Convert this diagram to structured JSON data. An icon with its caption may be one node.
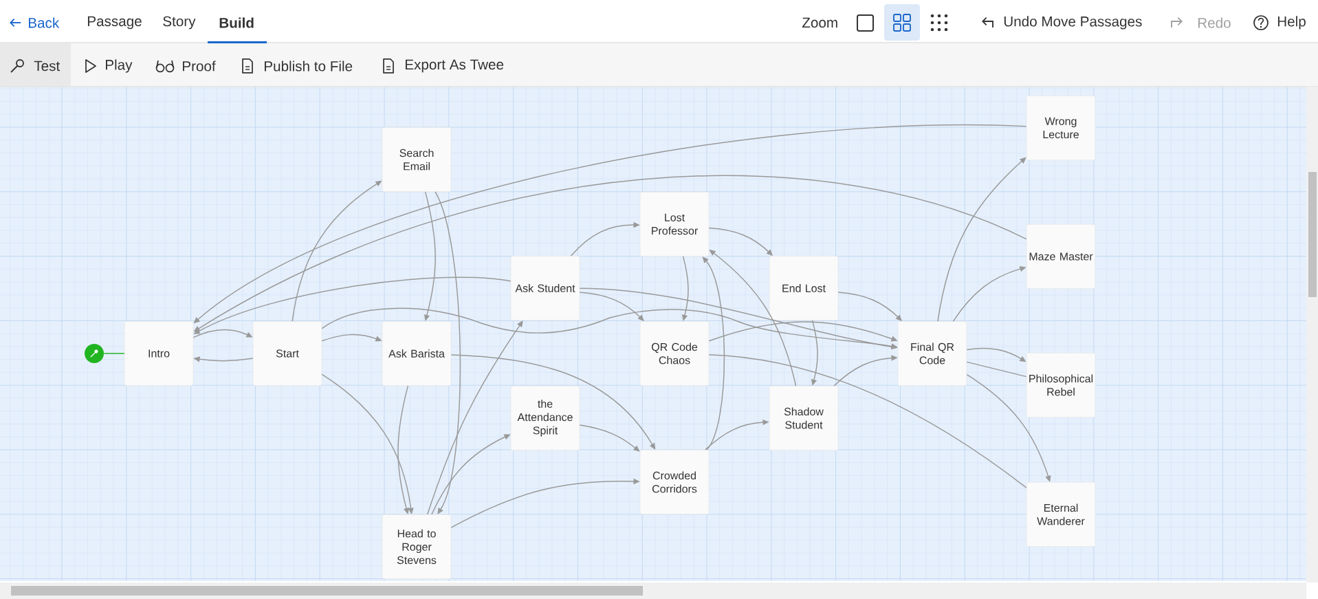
{
  "diagram": {
    "nodes": [
      {
        "text": [],
        "shape": "circle"
      },
      {
        "text": [
          "Intro"
        ]
      },
      {
        "text": [
          "Start"
        ]
      },
      {
        "text": [
          "Search Email"
        ]
      },
      {
        "text": [
          "Ask Barista"
        ]
      },
      {
        "text": [
          "Head to Roger Stevens"
        ]
      },
      {
        "text": [
          "Ask Student"
        ]
      },
      {
        "text": [
          "the Attendance Spirit"
        ]
      },
      {
        "text": [
          "Lost Professor"
        ]
      },
      {
        "text": [
          "QR Code Chaos"
        ]
      },
      {
        "text": [
          "Crowded Corridors"
        ]
      },
      {
        "text": [
          "End Lost"
        ]
      },
      {
        "text": [
          "Shadow Student"
        ]
      },
      {
        "text": [
          "Final QR Code"
        ]
      },
      {
        "text": [
          "Wrong Lecture"
        ]
      },
      {
        "text": [
          "Maze Master"
        ]
      },
      {
        "text": [
          "Philosophical Rebel"
        ]
      },
      {
        "text": [
          "Eternal Wanderer"
        ]
      }
    ],
    "edges": [
      {
        "from": 0,
        "to": 1,
        "arrow": "none",
        "color": "#21b421"
      },
      {
        "from": 1,
        "to": 2,
        "arrow": "to"
      },
      {
        "from": 2,
        "to": 1,
        "arrow": "to"
      },
      {
        "from": 14,
        "to": 1,
        "arrow": "to"
      },
      {
        "from": 15,
        "to": 1,
        "arrow": "to"
      },
      {
        "from": 6,
        "to": 1,
        "arrow": "to"
      },
      {
        "from": 2,
        "to": 3,
        "arrow": "to"
      },
      {
        "from": 2,
        "to": 4,
        "arrow": "to"
      },
      {
        "from": 2,
        "to": 5,
        "arrow": "to"
      },
      {
        "from": 2,
        "to": 13,
        "arrow": "to"
      },
      {
        "from": 3,
        "to": 4,
        "arrow": "to"
      },
      {
        "from": 3,
        "to": 5,
        "arrow": "to"
      },
      {
        "from": 4,
        "to": 5,
        "arrow": "to"
      },
      {
        "from": 4,
        "to": 10,
        "arrow": "to"
      },
      {
        "from": 5,
        "to": 6,
        "arrow": "to"
      },
      {
        "from": 5,
        "to": 7,
        "arrow": "to"
      },
      {
        "from": 5,
        "to": 10,
        "arrow": "to"
      },
      {
        "from": 6,
        "to": 8,
        "arrow": "to"
      },
      {
        "from": 6,
        "to": 9,
        "arrow": "to"
      },
      {
        "from": 6,
        "to": 13,
        "arrow": "to"
      },
      {
        "from": 7,
        "to": 10,
        "arrow": "to"
      },
      {
        "from": 8,
        "to": 9,
        "arrow": "to"
      },
      {
        "from": 10,
        "to": 8,
        "arrow": "to"
      },
      {
        "from": 12,
        "to": 8,
        "arrow": "to"
      },
      {
        "from": 8,
        "to": 11,
        "arrow": "to"
      },
      {
        "from": 11,
        "to": 12,
        "arrow": "to"
      },
      {
        "from": 11,
        "to": 13,
        "arrow": "to"
      },
      {
        "from": 9,
        "to": 13,
        "arrow": "to"
      },
      {
        "from": 9,
        "to": 17,
        "arrow": "none"
      },
      {
        "from": 16,
        "to": 13,
        "arrow": "none"
      },
      {
        "from": 10,
        "to": 12,
        "arrow": "to"
      },
      {
        "from": 12,
        "to": 13,
        "arrow": "to"
      },
      {
        "from": 13,
        "to": 14,
        "arrow": "to"
      },
      {
        "from": 13,
        "to": 15,
        "arrow": "to"
      },
      {
        "from": 13,
        "to": 16,
        "arrow": "to"
      },
      {
        "from": 13,
        "to": 17,
        "arrow": "to"
      }
    ],
    "labels": [
      "Back",
      "Passage",
      "Story",
      "Build",
      "Zoom",
      "Undo Move Passages",
      "Redo",
      "Help",
      "Test",
      "Play",
      "Proof",
      "Publish to File",
      "Export As Twee"
    ]
  }
}
